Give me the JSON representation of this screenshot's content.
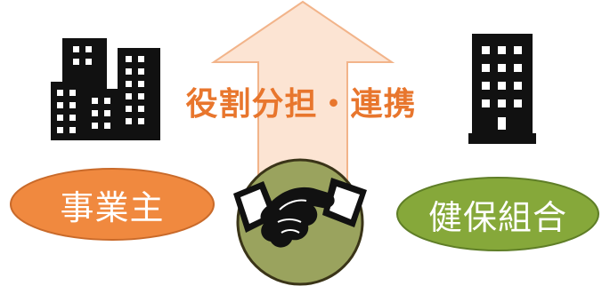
{
  "headline": {
    "text": "役割分担・連携"
  },
  "left_party": {
    "label": "事業主",
    "icon": "office-buildings-icon"
  },
  "right_party": {
    "label": "健保組合",
    "icon": "apartment-building-icon"
  },
  "center": {
    "icon": "handshake-icon"
  },
  "colors": {
    "headline_text": "#E8762D",
    "arrow_fill": "#FCE4D3",
    "arrow_stroke": "#F2B48A",
    "employer_ellipse": "#F0893F",
    "employer_ellipse_stroke": "#C96A2A",
    "union_ellipse": "#86A83A",
    "union_ellipse_stroke": "#5F7E27",
    "handshake_circle": "#9AA35E",
    "handshake_circle_stroke": "#3A3418",
    "icon_black": "#111111"
  }
}
